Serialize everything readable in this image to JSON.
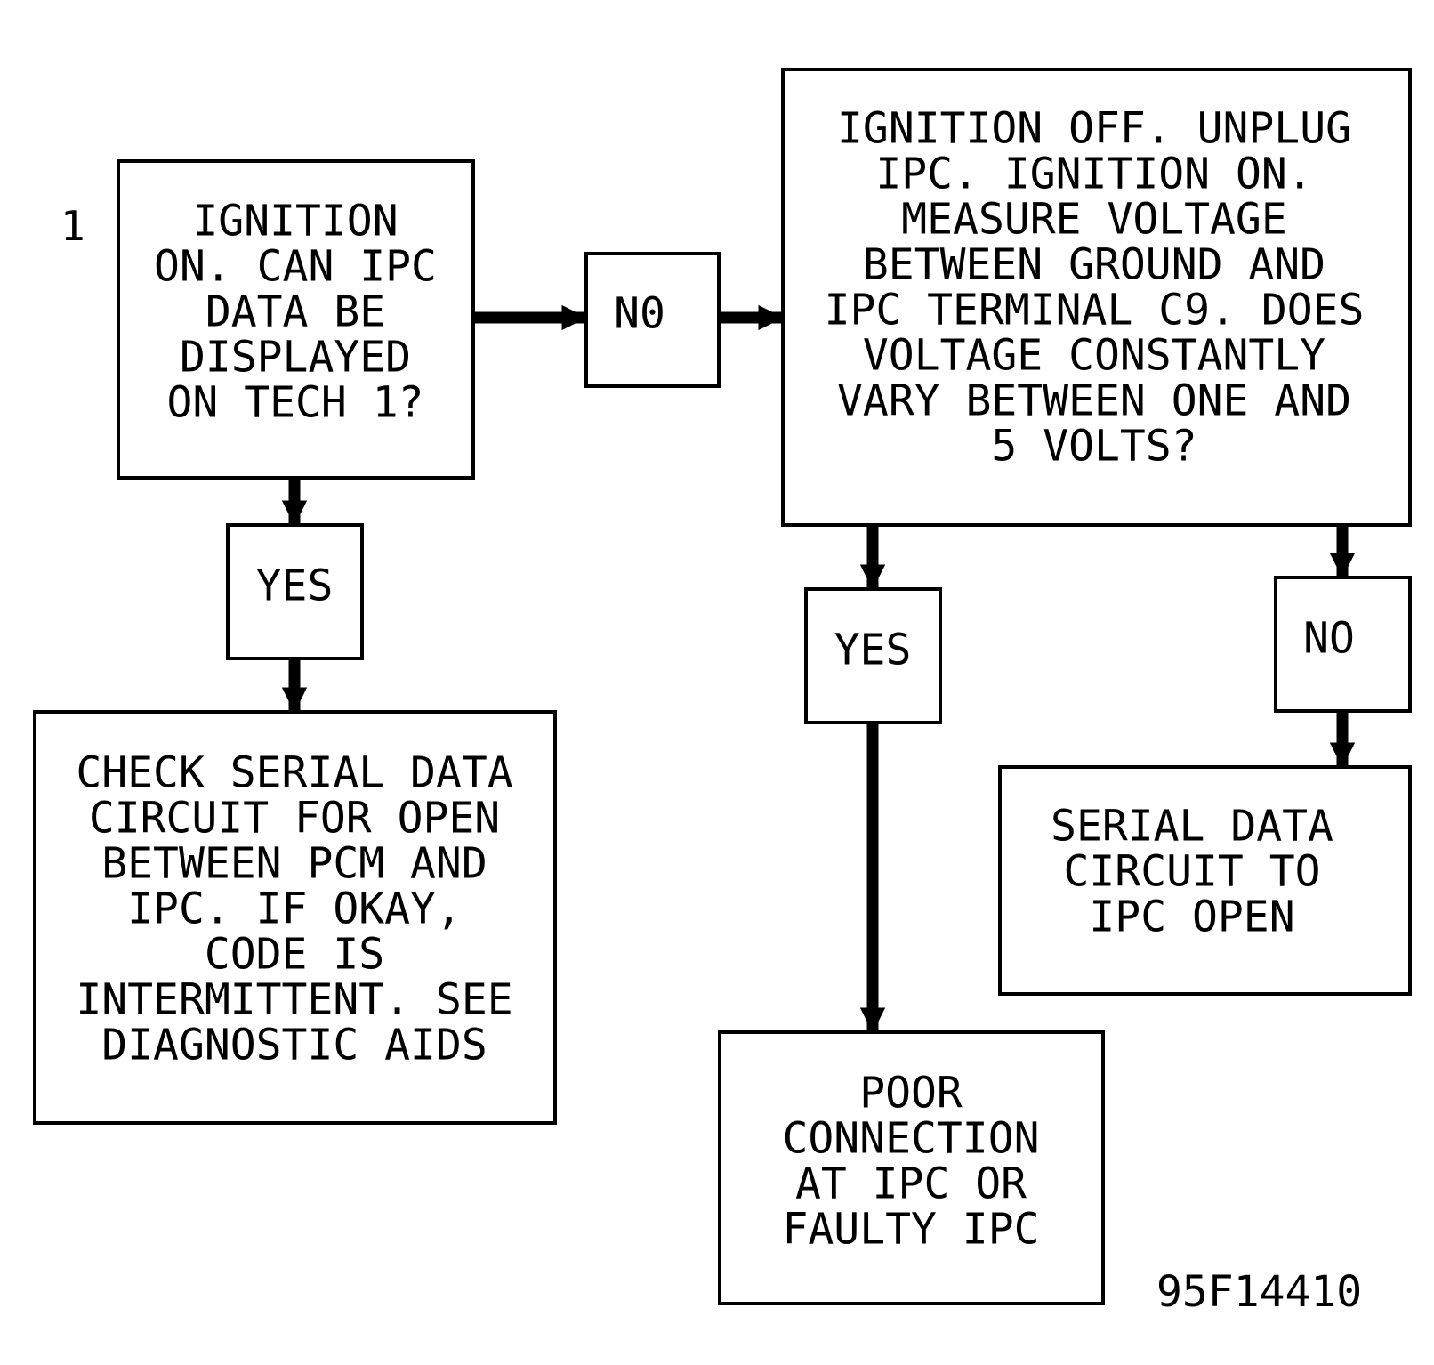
{
  "step_number": "1",
  "boxes": {
    "start": {
      "lines": [
        "IGNITION",
        "ON. CAN IPC",
        "DATA BE",
        "DISPLAYED",
        "ON TECH 1?"
      ]
    },
    "no_1": {
      "lines": [
        "N0"
      ]
    },
    "measure": {
      "lines": [
        "IGNITION OFF. UNPLUG",
        "IPC. IGNITION ON.",
        "MEASURE VOLTAGE",
        "BETWEEN GROUND AND",
        "IPC TERMINAL C9. DOES",
        "VOLTAGE CONSTANTLY",
        "VARY BETWEEN ONE AND",
        "5 VOLTS?"
      ]
    },
    "yes_1": {
      "lines": [
        "YES"
      ]
    },
    "check_serial": {
      "lines": [
        "CHECK SERIAL DATA",
        "CIRCUIT FOR OPEN",
        "BETWEEN PCM AND",
        "IPC. IF OKAY,",
        "CODE IS",
        "INTERMITTENT. SEE",
        "DIAGNOSTIC AIDS"
      ]
    },
    "yes_2": {
      "lines": [
        "YES"
      ]
    },
    "no_2": {
      "lines": [
        "NO"
      ]
    },
    "serial_open": {
      "lines": [
        "SERIAL DATA",
        "CIRCUIT TO",
        "IPC OPEN"
      ]
    },
    "poor_connection": {
      "lines": [
        "POOR",
        "CONNECTION",
        "AT IPC OR",
        "FAULTY IPC"
      ]
    }
  },
  "figure_id": "95F14410"
}
